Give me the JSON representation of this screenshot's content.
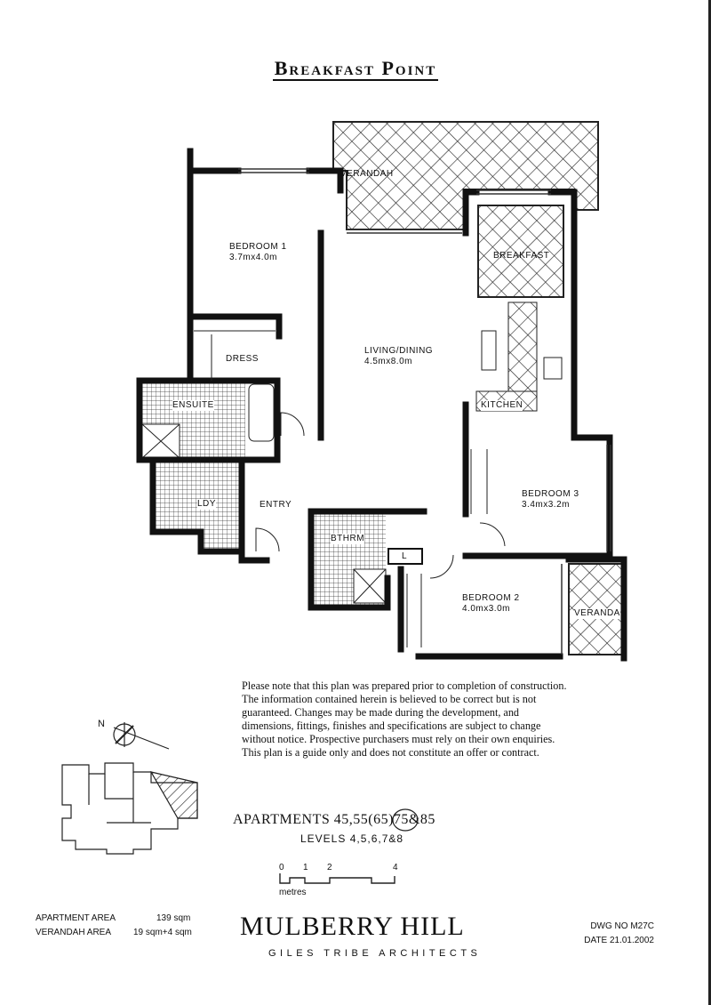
{
  "title": "Breakfast Point",
  "rooms": {
    "verandah": "VERANDAH",
    "bedroom1": {
      "name": "BEDROOM 1",
      "size": "3.7mx4.0m"
    },
    "breakfast": "BREAKFAST",
    "living": {
      "name": "LIVING/DINING",
      "size": "4.5mx8.0m"
    },
    "dress": "DRESS",
    "ensuite": "ENSUITE",
    "kitchen": "KITCHEN",
    "bedroom3": {
      "name": "BEDROOM 3",
      "size": "3.4mx3.2m"
    },
    "ldy": "LDY",
    "entry": "ENTRY",
    "bathroom": "BTHRM",
    "linen": "L",
    "bedroom2": {
      "name": "BEDROOM 2",
      "size": "4.0mx3.0m"
    },
    "veranda": "VERANDA"
  },
  "note": "Please note that this plan was prepared prior to completion of construction.  The information contained herein is believed to be correct but is not guaranteed.  Changes may be made during the development, and dimensions, fittings, finishes and specifications are subject to change without notice.  Prospective purchasers must rely on their own enquiries.  This plan is a guide only and does not constitute an offer or contract.",
  "north_label": "N",
  "apartments": {
    "prefix": "APARTMENTS",
    "numbers_a": "45,55",
    "highlighted": "65",
    "numbers_b": "75&85",
    "levels": "LEVELS 4,5,6,7&8"
  },
  "scale": {
    "ticks": [
      "0",
      "1",
      "2",
      "4"
    ],
    "unit": "metres"
  },
  "areas": {
    "apartment_label": "APARTMENT AREA",
    "apartment_value": "139 sqm",
    "verandah_label": "VERANDAH AREA",
    "verandah_value": "19 sqm+4 sqm"
  },
  "brand": "MULBERRY HILL",
  "architect": "GILES TRIBE ARCHITECTS",
  "drawing": {
    "number": "DWG NO M27C",
    "date": "DATE 21.01.2002"
  }
}
